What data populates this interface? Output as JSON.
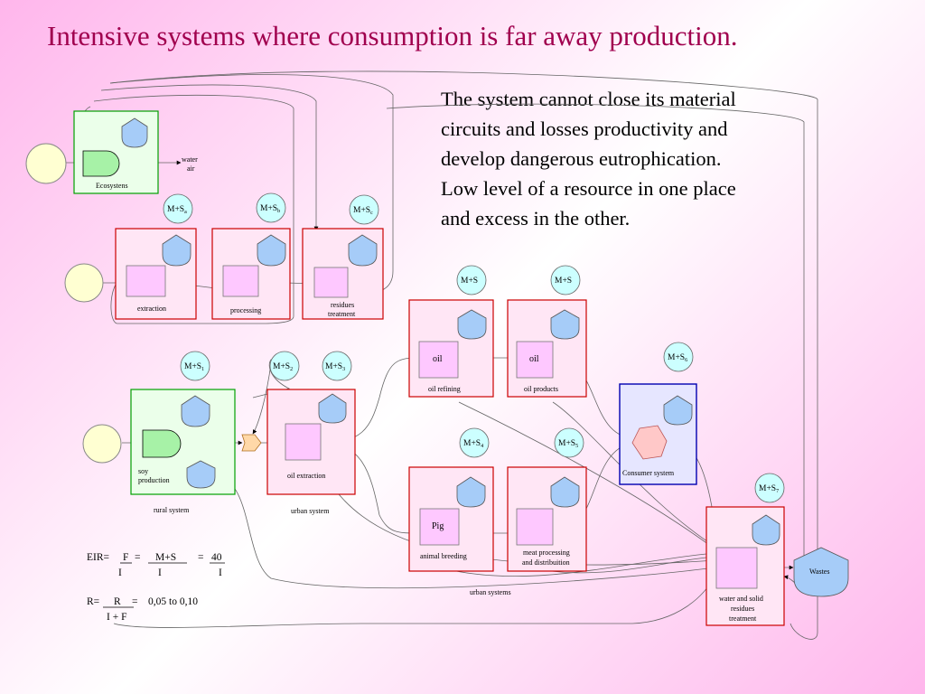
{
  "slide": {
    "title": "Intensive systems where consumption is far away production.",
    "body_lines": [
      "The system cannot close its material",
      "circuits and losses productivity and",
      "develop dangerous eutrophication.",
      "Low level of a resource in one place",
      "and excess in the other."
    ]
  },
  "diagram": {
    "ecosystems": "Ecosystens",
    "water": "water",
    "air": "air",
    "extraction": "extraction",
    "processing": "processing",
    "residues_1": "residues",
    "treatment_1": "treatment",
    "msa": "M+S",
    "msa_sub": "a",
    "msb": "M+S",
    "msb_sub": "b",
    "msc": "M+S",
    "msc_sub": "c",
    "ms1": "M+S",
    "ms1_sub": "1",
    "ms2": "M+S",
    "ms2_sub": "2",
    "ms3": "M+S",
    "ms3_sub": "3",
    "ms4": "M+S",
    "ms4_sub": "4",
    "ms5": "M+S",
    "ms5_sub": "5",
    "ms6": "M+S",
    "ms6_sub": "6",
    "ms7": "M+S",
    "ms7_sub": "7",
    "ms_oil_refining": "M+S",
    "ms_oil_products": "M+S",
    "soy": "soy",
    "production": "production",
    "rural_system": "rural system",
    "oil_extraction": "oil extraction",
    "urban_system": "urban system",
    "oil_1": "oil",
    "oil_refining": "oil refining",
    "oil_2": "oil",
    "oil_products": "oil products",
    "consumer_system": "Consumer system",
    "pig": "Pig",
    "animal_breeding": "animal breeding",
    "meat_processing": "meat processing",
    "and_distribution": "and distribuition",
    "urban_systems": "urban systems",
    "water_solid": "water and solid",
    "residues_2": "residues",
    "treatment_2": "treatment",
    "wastes": "Wastes"
  },
  "formulas": {
    "eir_lhs": "EIR=",
    "eir_num": "F",
    "eq1": "=",
    "eir_mid_num": "M+S",
    "eq2": "=",
    "eir_val_num": "40",
    "eir_den1": "I",
    "eir_den2": "I",
    "eir_den3": "I",
    "r_lhs": "R=",
    "r_num": "R",
    "r_eq": "=",
    "r_range": "0,05  to   0,10",
    "r_den": "I + F"
  }
}
